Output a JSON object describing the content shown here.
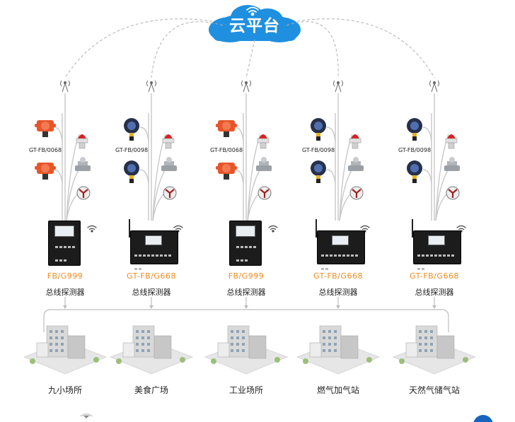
{
  "cloud": {
    "label": "云平台"
  },
  "columns": [
    {
      "detector_labels": [
        "GT-FB/0068"
      ],
      "model": "FB/G999",
      "controller_type": "总线探测器",
      "venue": "九小场所",
      "detector_style": "orange"
    },
    {
      "detector_labels": [
        "GT-FB/0098"
      ],
      "model": "GT-FB/G668",
      "controller_type": "总线探测器",
      "venue": "美食广场",
      "detector_style": "dark"
    },
    {
      "detector_labels": [
        "GT-FB/0068"
      ],
      "model": "FB/G999",
      "controller_type": "总线探测器",
      "venue": "工业场所",
      "detector_style": "orange"
    },
    {
      "detector_labels": [
        "GT-FB/0098"
      ],
      "model": "GT-FB/G668",
      "controller_type": "总线探测器",
      "venue": "燃气加气站",
      "detector_style": "dark"
    },
    {
      "detector_labels": [
        "GT-FB/0098"
      ],
      "model": "GT-FB/G668",
      "controller_type": "总线探测器",
      "venue": "天然气储气站",
      "detector_style": "dark"
    }
  ],
  "colors": {
    "cloud": "#1f8fe0",
    "model_text": "#f08a1c",
    "orange_detector": "#e8552a",
    "dark_detector": "#27304a",
    "alarm": "#d92020",
    "dashed_line": "#b0b0b0"
  }
}
